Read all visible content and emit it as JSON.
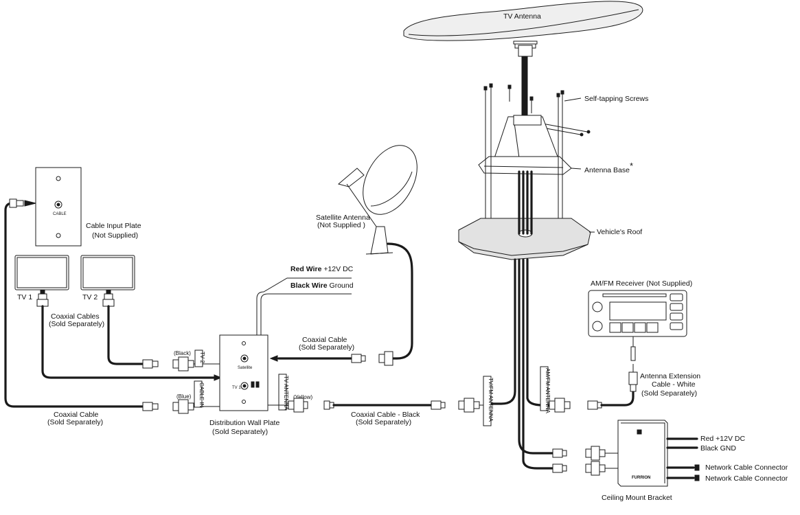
{
  "labels": {
    "tv_antenna": "TV Antenna",
    "self_tapping_screws": "Self-tapping Screws",
    "antenna_base": "Antenna Base",
    "antenna_base_mark": "*",
    "vehicles_roof": "Vehicle's Roof",
    "satellite_antenna_line1": "Satellite Antenna",
    "satellite_antenna_line2": "(Not Supplied )",
    "cable_input_plate_line1": "Cable Input Plate",
    "cable_input_plate_line2": "(Not Supplied)",
    "cable_plate_text": "CABLE",
    "tv1": "TV 1",
    "tv2": "TV 2",
    "coaxial_cables_line1": "Coaxial Cables",
    "coaxial_cables_line2": "(Sold Separately)",
    "red_wire_bold": "Red Wire",
    "red_wire_rest": " +12V DC",
    "black_wire_bold": "Black Wire",
    "black_wire_rest": " Ground",
    "coax_sat_line1": "Coaxial Cable",
    "coax_sat_line2": "(Sold Separately)",
    "black_tag": "(Black)",
    "tv2_tag": "TV 2",
    "blue_tag": "(Blue)",
    "cable_in_tag": "CABLE IN",
    "tv_antenna_tag": "TV ANTENNA",
    "yellow_tag": "(Yellow)",
    "plate_satellite": "Satellite",
    "plate_tv1": "TV 1",
    "coax_left_line1": "Coaxial Cable",
    "coax_left_line2": "(Sold Separately)",
    "dist_plate_line1": "Distribution Wall Plate",
    "dist_plate_line2": "(Sold Separately)",
    "coax_black_line1": "Coaxial Cable - Black",
    "coax_black_line2": "(Sold Separately)",
    "tvfm_antenna_tag": "TV/FM ANTENNA",
    "amfm_antenna_tag": "AM/FM ANTENNA",
    "amfm_receiver": "AM/FM Receiver (Not Supplied)",
    "ext_cable_line1": "Antenna Extension",
    "ext_cable_line2": "Cable - White",
    "ext_cable_line3": "(Sold Separately)",
    "red_12v": "Red +12V DC",
    "black_gnd": "Black GND",
    "network_conn_1": "Network Cable Connector",
    "network_conn_2": "Network Cable Connector",
    "ceiling_bracket": "Ceiling Mount Bracket",
    "bracket_brand": "FURRION"
  },
  "colors": {
    "line": "#1a1a1a",
    "roof_fill": "#e2e2e2",
    "antenna_fill": "#efefef"
  }
}
